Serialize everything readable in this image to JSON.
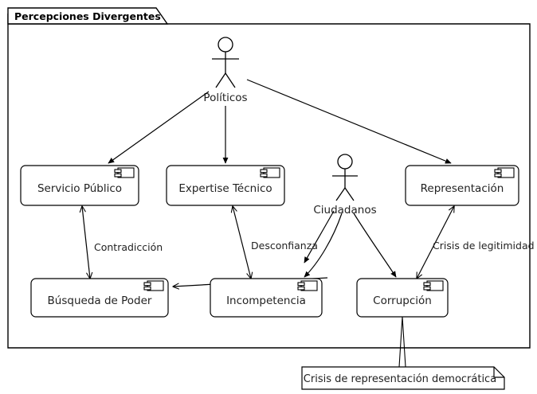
{
  "frame": {
    "title": "Percepciones Divergentes",
    "stroke_color": "#000000",
    "background_color": "#ffffff"
  },
  "actors": [
    {
      "id": "politicos",
      "label": "Políticos",
      "icon": "actor-stick-figure-icon"
    },
    {
      "id": "ciudadanos",
      "label": "Ciudadanos",
      "icon": "actor-stick-figure-icon"
    }
  ],
  "components": [
    {
      "id": "servicio-publico",
      "label": "Servicio Público",
      "icon": "uml-component-icon"
    },
    {
      "id": "expertise-tecnico",
      "label": "Expertise Técnico",
      "icon": "uml-component-icon"
    },
    {
      "id": "representacion",
      "label": "Representación",
      "icon": "uml-component-icon"
    },
    {
      "id": "busqueda-de-poder",
      "label": "Búsqueda de Poder",
      "icon": "uml-component-icon"
    },
    {
      "id": "incompetencia",
      "label": "Incompetencia",
      "icon": "uml-component-icon"
    },
    {
      "id": "corrupcion",
      "label": "Corrupción",
      "icon": "uml-component-icon"
    }
  ],
  "edges": [
    {
      "id": "politicos-servicio-publico",
      "from": "politicos",
      "to": "servicio-publico",
      "label": "",
      "arrow": "single"
    },
    {
      "id": "politicos-expertise-tecnico",
      "from": "politicos",
      "to": "expertise-tecnico",
      "label": "",
      "arrow": "single"
    },
    {
      "id": "politicos-representacion",
      "from": "politicos",
      "to": "representacion",
      "label": "",
      "arrow": "single"
    },
    {
      "id": "ciudadanos-incompetencia",
      "from": "ciudadanos",
      "to": "incompetencia",
      "label": "",
      "arrow": "single"
    },
    {
      "id": "ciudadanos-busqueda-de-poder",
      "from": "ciudadanos",
      "to": "busqueda-de-poder",
      "label": "",
      "arrow": "single"
    },
    {
      "id": "ciudadanos-corrupcion",
      "from": "ciudadanos",
      "to": "corrupcion",
      "label": "",
      "arrow": "single"
    },
    {
      "id": "servicio-publico-busqueda-de-poder",
      "from": "servicio-publico",
      "to": "busqueda-de-poder",
      "label": "Contradicción",
      "arrow": "double"
    },
    {
      "id": "expertise-tecnico-incompetencia",
      "from": "expertise-tecnico",
      "to": "incompetencia",
      "label": "Desconfianza",
      "arrow": "double"
    },
    {
      "id": "representacion-corrupcion",
      "from": "representacion",
      "to": "corrupcion",
      "label": "Crisis de legitimidad",
      "arrow": "double"
    }
  ],
  "note": {
    "id": "note-crisis",
    "label": "Crisis de representación democrática",
    "attached_to": "corrupcion"
  }
}
